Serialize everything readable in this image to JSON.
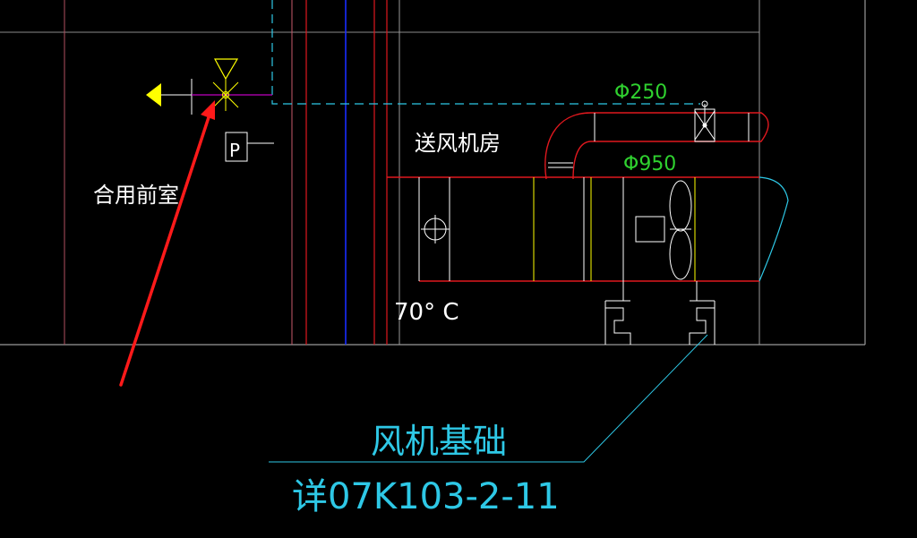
{
  "labels": {
    "room_supply": "送风机房",
    "room_front": "合用前室",
    "valve_p": "P",
    "duct_small": "Φ250",
    "duct_large": "Φ950",
    "temp": "70° C",
    "fan_base": "风机基础",
    "detail_ref": "详07K103-2-11"
  },
  "colors": {
    "background": "#000000",
    "wall_red": "#e0181e",
    "wall_gray": "#9a9a9a",
    "pink": "#c85a6a",
    "blue_axis": "#1a2cff",
    "cyan": "#2ec8e6",
    "green": "#2fd12f",
    "white": "#ffffff",
    "yellow": "#ffff00",
    "magenta": "#c000c0",
    "arrow_red": "#ff1a1a"
  }
}
